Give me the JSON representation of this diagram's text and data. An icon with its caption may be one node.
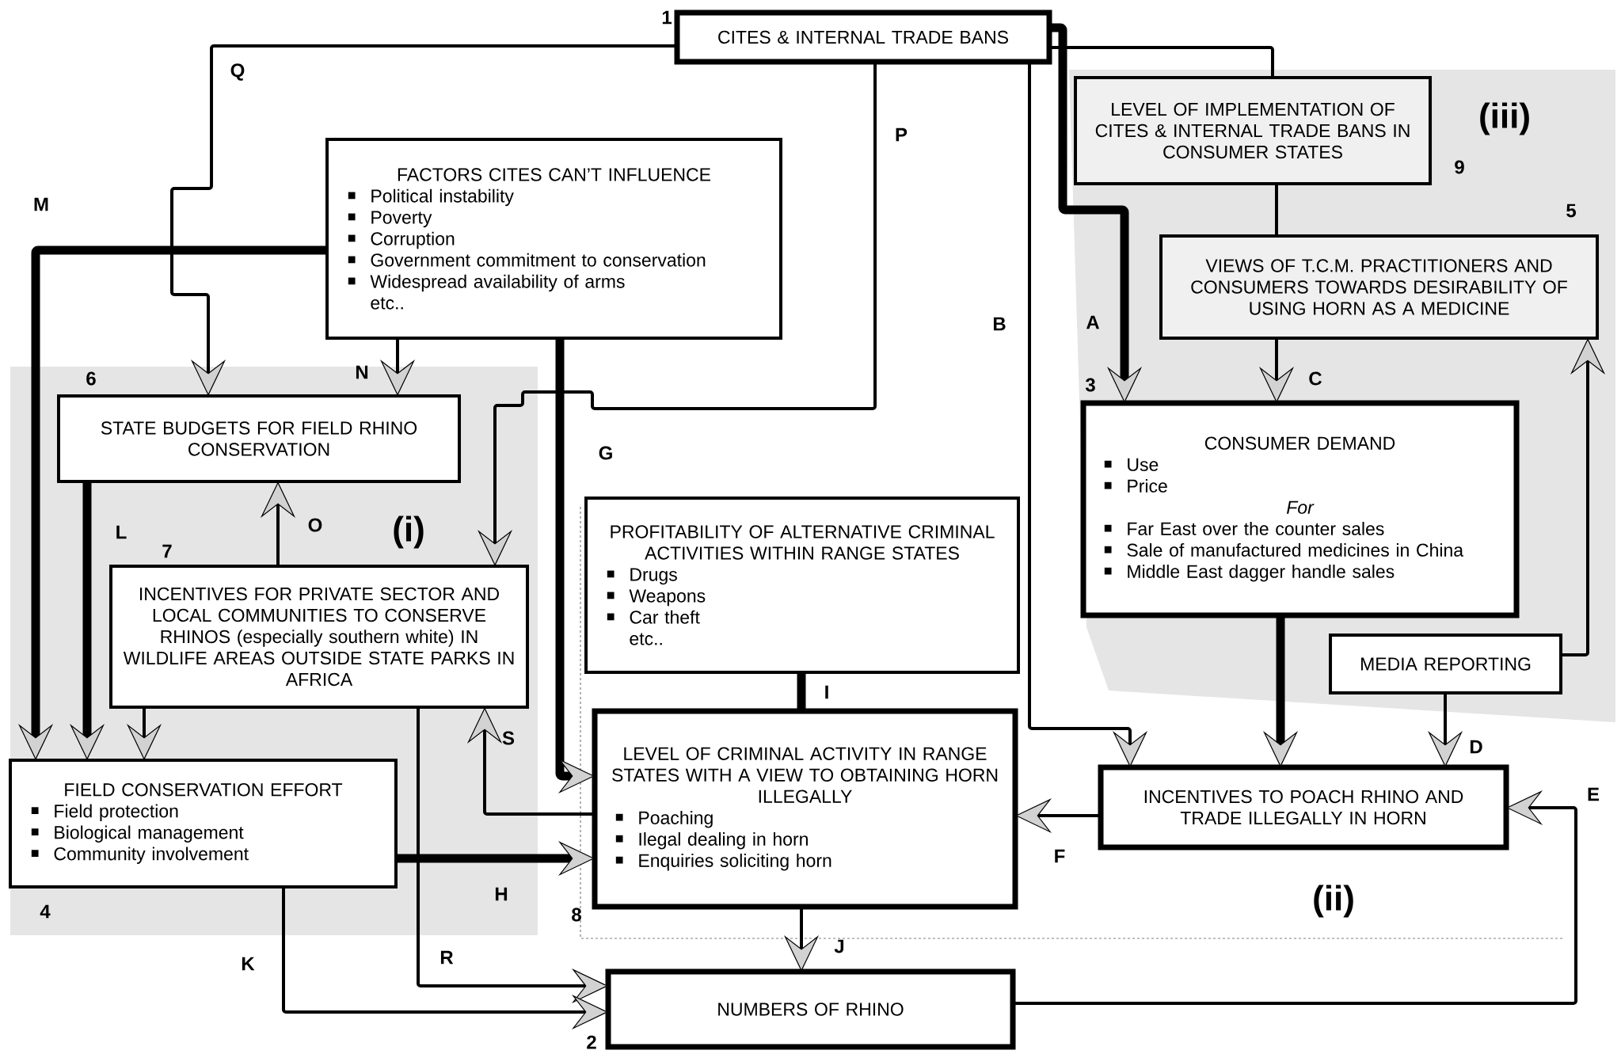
{
  "diagram": {
    "nodes": [
      {
        "text": [
          "CITES & INTERNAL TRADE BANS"
        ],
        "beside": [
          "1"
        ]
      },
      {
        "text": [
          "FACTORS CITES CAN’T INFLUENCE",
          "Political instability",
          "Poverty",
          "Corruption",
          "Government commitment to conservation",
          "Widespread availability of arms",
          "etc.."
        ]
      },
      {
        "text": [
          "STATE BUDGETS FOR FIELD RHINO CONSERVATION"
        ],
        "beside": [
          "6"
        ]
      },
      {
        "text": [
          "INCENTIVES FOR PRIVATE SECTOR AND LOCAL COMMUNITIES TO CONSERVE RHINOS (especially southern white) IN WILDLIFE AREAS OUTSIDE STATE PARKS IN AFRICA"
        ],
        "beside": [
          "7"
        ]
      },
      {
        "text": [
          "FIELD CONSERVATION EFFORT",
          "Field protection",
          "Biological management",
          "Community involvement"
        ],
        "beside": [
          "4"
        ]
      },
      {
        "text": [
          "PROFITABILITY OF ALTERNATIVE CRIMINAL ACTIVITIES WITHIN RANGE STATES",
          "Drugs",
          "Weapons",
          "Car theft",
          "etc.."
        ]
      },
      {
        "text": [
          "LEVEL OF CRIMINAL ACTIVITY IN RANGE STATES WITH A VIEW TO OBTAINING HORN ILLEGALLY",
          "Poaching",
          "Ilegal dealing in horn",
          "Enquiries soliciting horn"
        ],
        "beside": [
          "8"
        ]
      },
      {
        "text": [
          "NUMBERS OF RHINO"
        ],
        "beside": [
          "2"
        ]
      },
      {
        "text": [
          "LEVEL OF IMPLEMENTATION OF CITES & INTERNAL TRADE BANS IN CONSUMER STATES"
        ],
        "beside": [
          "9"
        ]
      },
      {
        "text": [
          "VIEWS OF T.C.M. PRACTITIONERS AND CONSUMERS TOWARDS DESIRABILITY OF USING HORN AS A MEDICINE"
        ],
        "beside": [
          "5"
        ]
      },
      {
        "text": [
          "CONSUMER DEMAND",
          "Use",
          "Price",
          "For",
          "Far East over the counter sales",
          "Sale of manufactured medicines in China",
          "Middle East dagger handle sales"
        ],
        "beside": [
          "3"
        ]
      },
      {
        "text": [
          "MEDIA REPORTING"
        ]
      },
      {
        "text": [
          "INCENTIVES TO POACH RHINO AND TRADE ILLEGALLY IN HORN"
        ]
      }
    ],
    "edges": [
      {
        "from": 0,
        "to": 2,
        "arrow": "to"
      },
      {
        "from": 1,
        "to": 4,
        "arrow": "to",
        "style": "thick"
      },
      {
        "from": 1,
        "to": 2,
        "arrow": "to"
      },
      {
        "from": 0,
        "to": 3,
        "arrow": "to"
      },
      {
        "from": 6,
        "to": 3,
        "arrow": "to"
      },
      {
        "from": 3,
        "to": 2,
        "arrow": "to"
      },
      {
        "from": 2,
        "to": 4,
        "arrow": "to",
        "style": "thick"
      },
      {
        "from": 3,
        "to": 4,
        "arrow": "to"
      },
      {
        "from": 1,
        "to": 6,
        "arrow": "to",
        "style": "thick"
      },
      {
        "from": 4,
        "to": 6,
        "arrow": "to",
        "style": "thick"
      },
      {
        "from": 3,
        "to": 7,
        "arrow": "to"
      },
      {
        "from": 4,
        "to": 7,
        "arrow": "to"
      },
      {
        "from": 5,
        "to": 6,
        "arrow": "none",
        "style": "thick"
      },
      {
        "from": 6,
        "to": 7,
        "arrow": "to"
      },
      {
        "from": 7,
        "to": 12,
        "arrow": "to"
      },
      {
        "from": 12,
        "to": 6,
        "arrow": "to"
      },
      {
        "from": 11,
        "to": 12,
        "arrow": "to"
      },
      {
        "from": 10,
        "to": 12,
        "arrow": "to",
        "style": "thick"
      },
      {
        "from": 11,
        "to": 9,
        "arrow": "to"
      },
      {
        "from": 9,
        "to": 10,
        "arrow": "to"
      },
      {
        "from": 8,
        "to": 9,
        "arrow": "none"
      },
      {
        "from": 0,
        "to": 10,
        "arrow": "to",
        "style": "thick"
      },
      {
        "from": 0,
        "to": 12,
        "arrow": "to"
      },
      {
        "from": 0,
        "to": 8,
        "arrow": "none"
      }
    ],
    "labels": [
      "Q",
      "(iii)",
      "P",
      "M",
      "B",
      "A",
      "N",
      "C",
      "G",
      "O",
      "L",
      "(i)",
      "I",
      "S",
      "D",
      "E",
      "F",
      "H",
      "(ii)",
      "J",
      "R",
      "K"
    ]
  }
}
